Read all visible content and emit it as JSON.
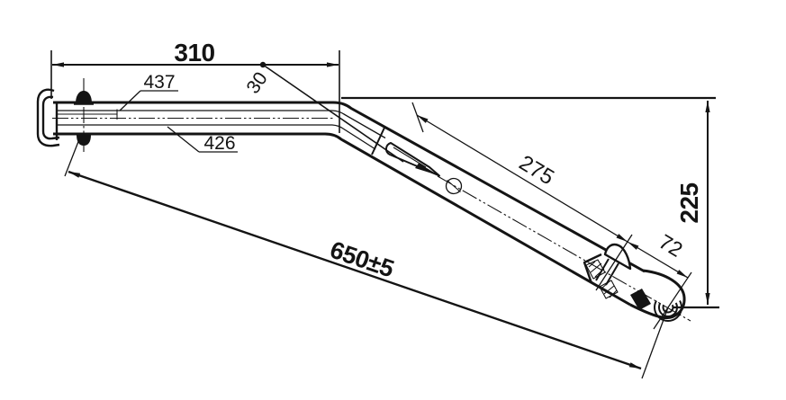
{
  "drawing": {
    "kind": "engineering-dimension-drawing",
    "subject": "wiper-arm side view",
    "line_color": "#141414",
    "background": "#ffffff",
    "dims": {
      "d310": "310",
      "d437": "437",
      "d426": "426",
      "d30": "30",
      "d275": "275",
      "d72": "72",
      "d225": "225",
      "d650": "650±5"
    }
  }
}
